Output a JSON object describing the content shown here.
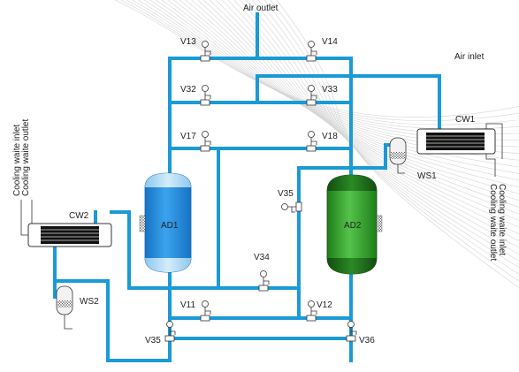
{
  "diagram": {
    "air_outlet": "Air outlet",
    "air_inlet": "Air inlet",
    "tanks": {
      "ad1": "AD1",
      "ad2": "AD2"
    },
    "coolers": {
      "cw1": "CW1",
      "cw2": "CW2"
    },
    "separators": {
      "ws1": "WS1",
      "ws2": "WS2"
    },
    "cw1_cooling": {
      "inlet": "Cooling waite inlet",
      "outlet": "Cooling waite outlet"
    },
    "cw2_cooling": {
      "inlet": "Cooling waite inlet",
      "outlet": "Cooling waite outlet"
    },
    "valves": {
      "v13": "V13",
      "v14": "V14",
      "v32": "V32",
      "v33": "V33",
      "v17": "V17",
      "v18": "V18",
      "v35_mid": "V35",
      "v34": "V34",
      "v11": "V11",
      "v12": "V12",
      "v35_low": "V35",
      "v36": "V36"
    },
    "colors": {
      "pipe": "#1a9ad6",
      "ad1_body": "#1f88d9",
      "ad1_cap": "#a8d8f5",
      "ad2_body": "#3aa832",
      "ad2_cap": "#1c6b18"
    },
    "icons": [
      "valve-icon",
      "actuator-icon",
      "heat-exchanger-icon",
      "separator-icon"
    ]
  }
}
